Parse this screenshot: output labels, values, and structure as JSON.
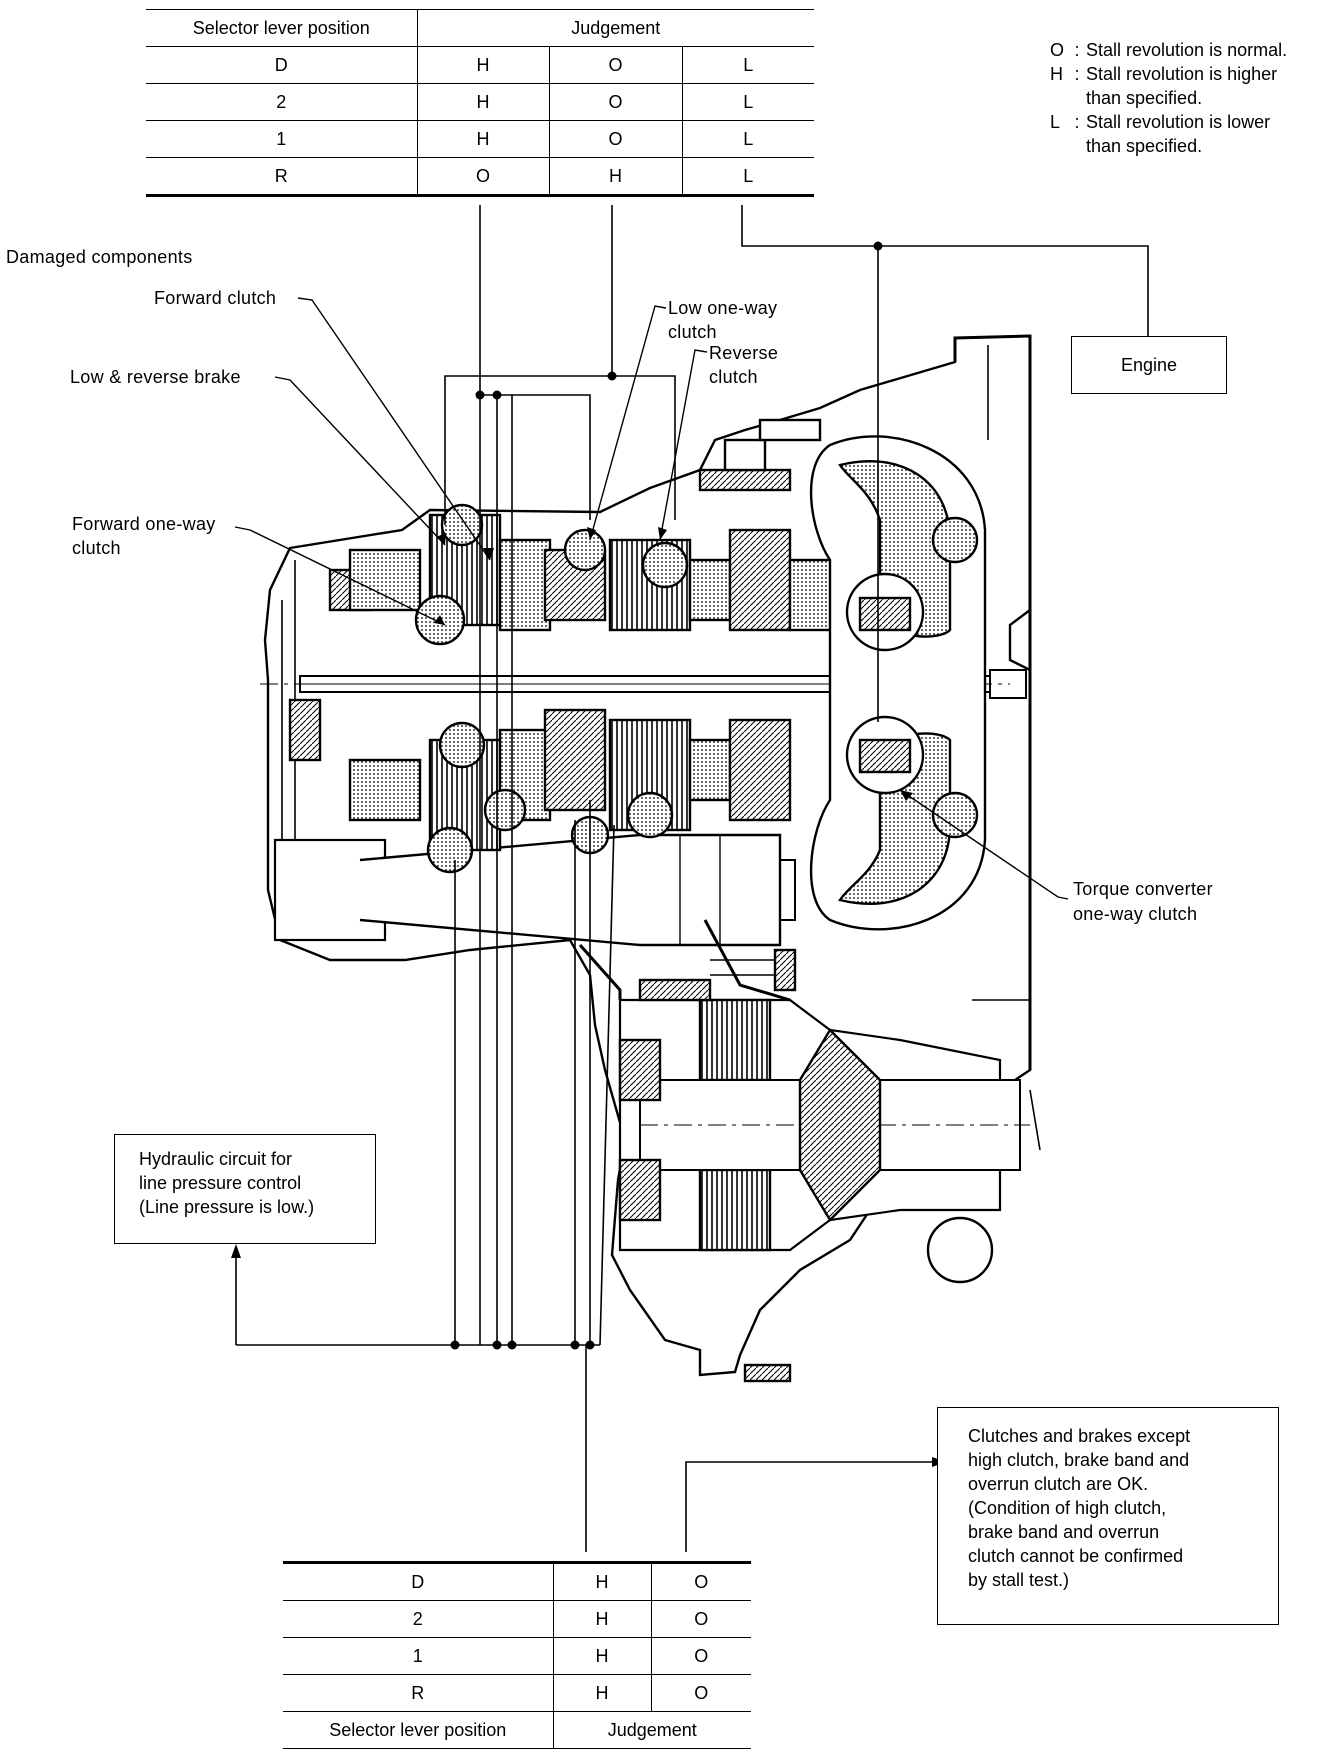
{
  "top_table": {
    "header": {
      "position": "Selector lever position",
      "judgement": "Judgement"
    },
    "rows": [
      {
        "position": "D",
        "cols": [
          "H",
          "O",
          "L"
        ]
      },
      {
        "position": "2",
        "cols": [
          "H",
          "O",
          "L"
        ]
      },
      {
        "position": "1",
        "cols": [
          "H",
          "O",
          "L"
        ]
      },
      {
        "position": "R",
        "cols": [
          "O",
          "H",
          "L"
        ]
      }
    ]
  },
  "legend": [
    {
      "key": "O",
      "text": "Stall revolution is normal."
    },
    {
      "key": "H",
      "text": "Stall revolution is higher\nthan specified."
    },
    {
      "key": "L",
      "text": "Stall revolution is lower\nthan specified."
    }
  ],
  "labels": {
    "damaged_components": "Damaged components",
    "forward_clutch": "Forward clutch",
    "low_reverse_brake": "Low & reverse brake",
    "forward_one_way_1": "Forward one-way",
    "forward_one_way_2": "clutch",
    "low_one_way_1": "Low one-way",
    "low_one_way_2": "clutch",
    "reverse_clutch_1": "Reverse",
    "reverse_clutch_2": "clutch",
    "torque_converter_1": "Torque converter",
    "torque_converter_2": "one-way clutch"
  },
  "engine_box": "Engine",
  "hydraulic_box": [
    "Hydraulic circuit for",
    "line pressure control",
    "(Line pressure is low.)"
  ],
  "ok_box": [
    "Clutches and brakes except",
    "high clutch, brake band and",
    "overrun clutch are OK.",
    "(Condition of high clutch,",
    "brake band and overrun",
    "clutch cannot be confirmed",
    "by stall test.)"
  ],
  "bottom_table": {
    "rows": [
      {
        "position": "D",
        "cols": [
          "H",
          "O"
        ]
      },
      {
        "position": "2",
        "cols": [
          "H",
          "O"
        ]
      },
      {
        "position": "1",
        "cols": [
          "H",
          "O"
        ]
      },
      {
        "position": "R",
        "cols": [
          "H",
          "O"
        ]
      }
    ],
    "footer": {
      "position": "Selector lever position",
      "judgement": "Judgement"
    }
  }
}
